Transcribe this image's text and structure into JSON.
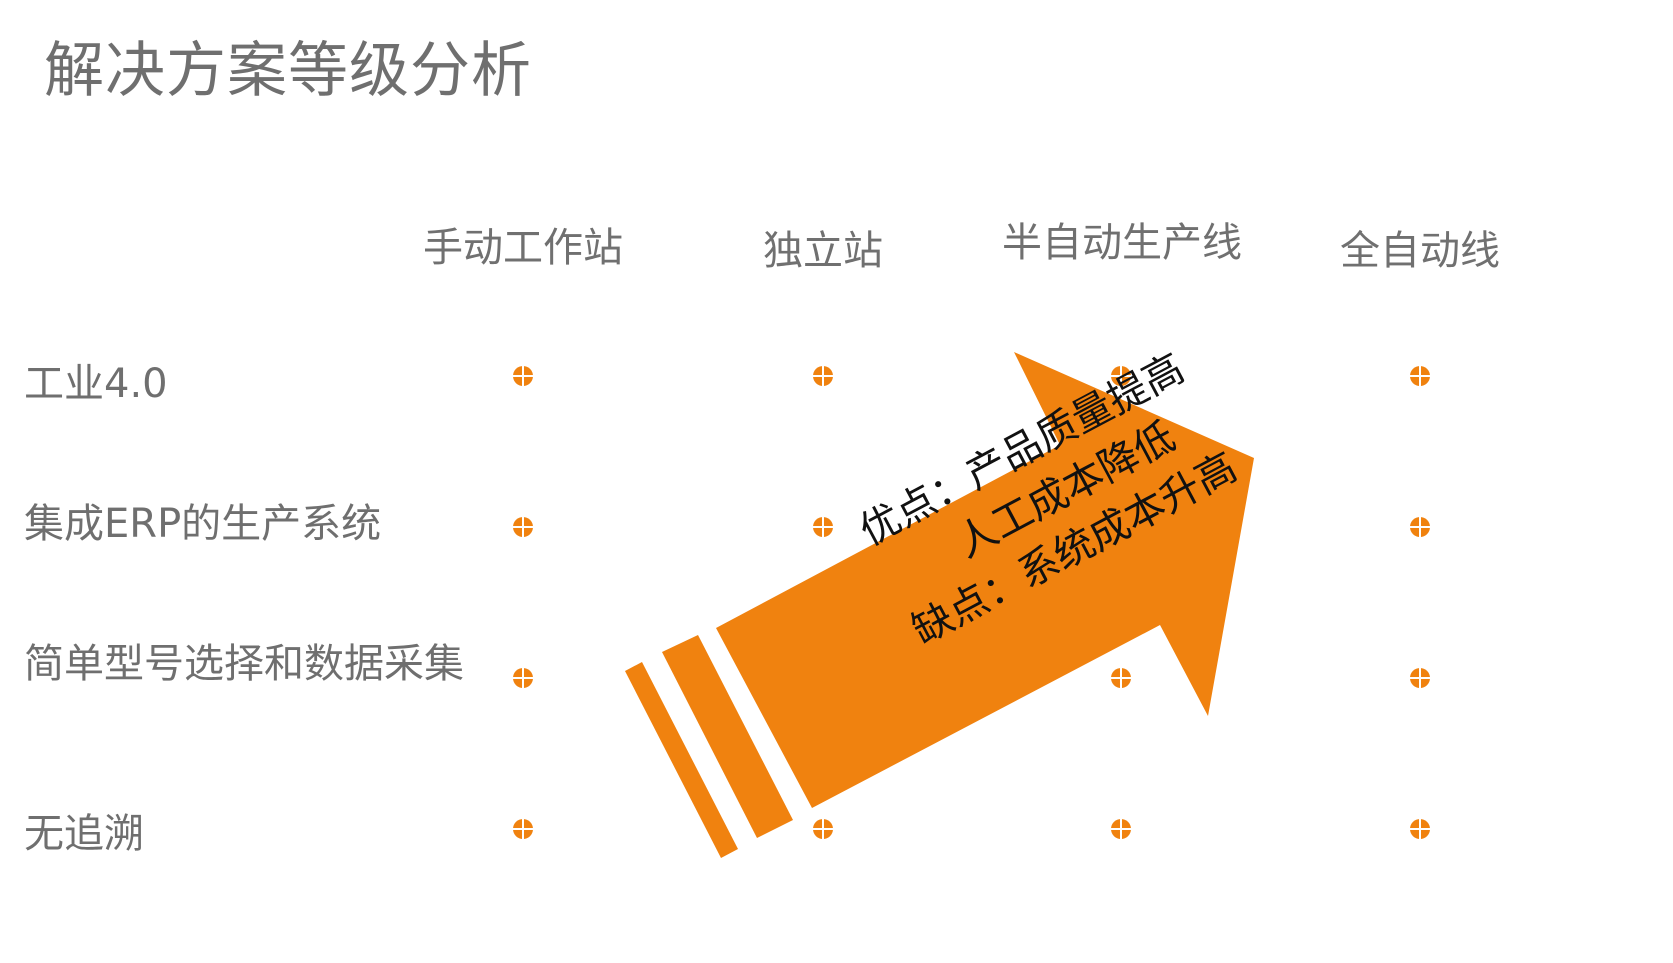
{
  "title": "解决方案等级分析",
  "columns": [
    "手动工作站",
    "独立站",
    "半自动生产线",
    "全自动线"
  ],
  "rows": [
    "工业4.0",
    "集成ERP的生产系统",
    "简单型号选择和数据采集",
    "无追溯"
  ],
  "arrow": {
    "lines": [
      "优点：产品质量提高",
      "人工成本降低",
      "缺点：系统成本升高"
    ]
  },
  "colors": {
    "accent": "#f0820f",
    "text": "#6f6f6f"
  },
  "icons": {
    "marker": "crosshair-dot-icon"
  }
}
